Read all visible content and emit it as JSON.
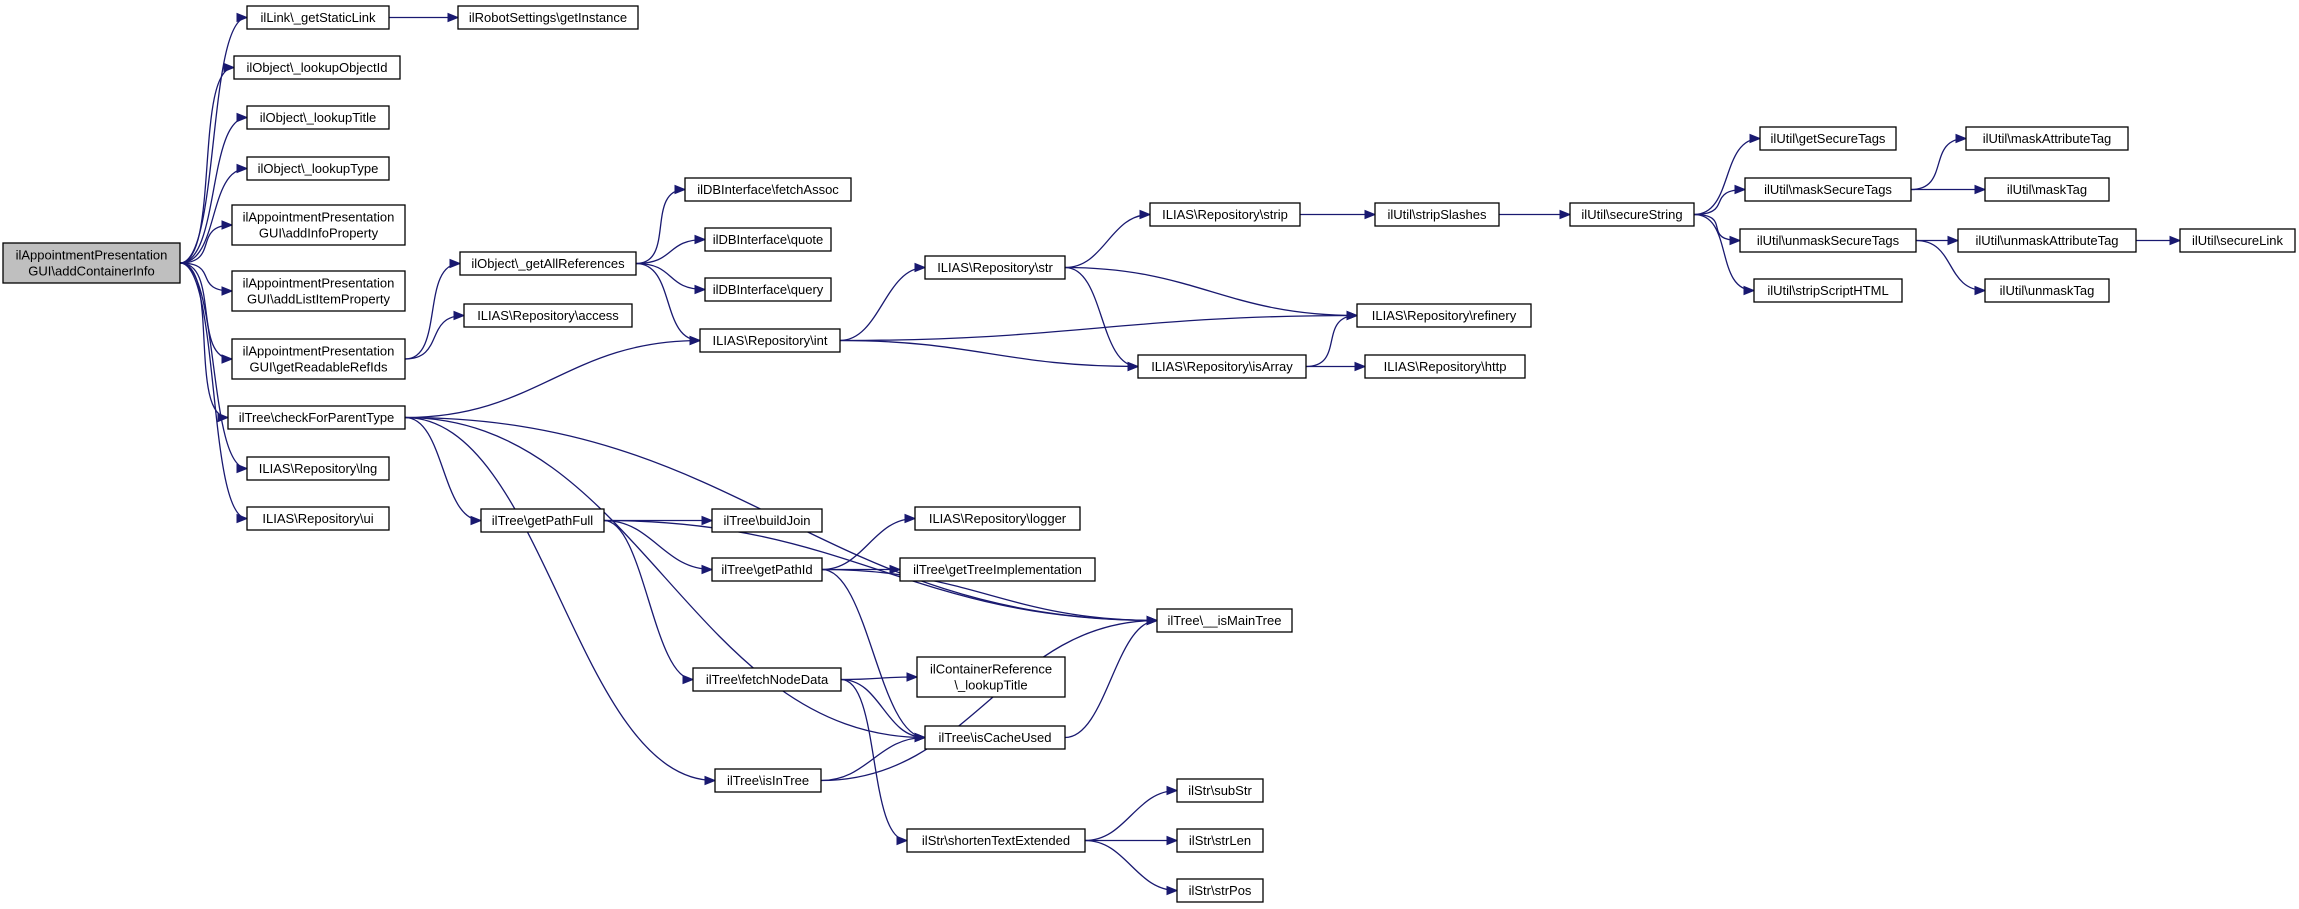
{
  "diagram": {
    "nodes": [
      {
        "id": "root",
        "lines": [
          "ilAppointmentPresentation",
          "GUI\\addContainerInfo"
        ]
      },
      {
        "id": "n1",
        "lines": [
          "ilLink\\_getStaticLink"
        ]
      },
      {
        "id": "n2",
        "lines": [
          "ilRobotSettings\\getInstance"
        ]
      },
      {
        "id": "n3",
        "lines": [
          "ilObject\\_lookupObjectId"
        ]
      },
      {
        "id": "n4",
        "lines": [
          "ilObject\\_lookupTitle"
        ]
      },
      {
        "id": "n5",
        "lines": [
          "ilObject\\_lookupType"
        ]
      },
      {
        "id": "n6",
        "lines": [
          "ilAppointmentPresentation",
          "GUI\\addInfoProperty"
        ]
      },
      {
        "id": "n7",
        "lines": [
          "ilAppointmentPresentation",
          "GUI\\addListItemProperty"
        ]
      },
      {
        "id": "n8",
        "lines": [
          "ilAppointmentPresentation",
          "GUI\\getReadableRefIds"
        ]
      },
      {
        "id": "n9",
        "lines": [
          "ilTree\\checkForParentType"
        ]
      },
      {
        "id": "n10",
        "lines": [
          "ILIAS\\Repository\\lng"
        ]
      },
      {
        "id": "n11",
        "lines": [
          "ILIAS\\Repository\\ui"
        ]
      },
      {
        "id": "n12",
        "lines": [
          "ilObject\\_getAllReferences"
        ]
      },
      {
        "id": "n13",
        "lines": [
          "ILIAS\\Repository\\access"
        ]
      },
      {
        "id": "n14",
        "lines": [
          "ilDBInterface\\fetchAssoc"
        ]
      },
      {
        "id": "n15",
        "lines": [
          "ilDBInterface\\quote"
        ]
      },
      {
        "id": "n16",
        "lines": [
          "ilDBInterface\\query"
        ]
      },
      {
        "id": "n17",
        "lines": [
          "ILIAS\\Repository\\int"
        ]
      },
      {
        "id": "n18",
        "lines": [
          "ILIAS\\Repository\\str"
        ]
      },
      {
        "id": "n19",
        "lines": [
          "ILIAS\\Repository\\strip"
        ]
      },
      {
        "id": "n20",
        "lines": [
          "ilUtil\\stripSlashes"
        ]
      },
      {
        "id": "n21",
        "lines": [
          "ilUtil\\secureString"
        ]
      },
      {
        "id": "n22",
        "lines": [
          "ilUtil\\getSecureTags"
        ]
      },
      {
        "id": "n23",
        "lines": [
          "ilUtil\\maskSecureTags"
        ]
      },
      {
        "id": "n24",
        "lines": [
          "ilUtil\\maskAttributeTag"
        ]
      },
      {
        "id": "n25",
        "lines": [
          "ilUtil\\maskTag"
        ]
      },
      {
        "id": "n26",
        "lines": [
          "ilUtil\\unmaskSecureTags"
        ]
      },
      {
        "id": "n27",
        "lines": [
          "ilUtil\\unmaskAttributeTag"
        ]
      },
      {
        "id": "n28",
        "lines": [
          "ilUtil\\secureLink"
        ]
      },
      {
        "id": "n29",
        "lines": [
          "ilUtil\\stripScriptHTML"
        ]
      },
      {
        "id": "n30",
        "lines": [
          "ilUtil\\unmaskTag"
        ]
      },
      {
        "id": "n31",
        "lines": [
          "ILIAS\\Repository\\refinery"
        ]
      },
      {
        "id": "n32",
        "lines": [
          "ILIAS\\Repository\\isArray"
        ]
      },
      {
        "id": "n33",
        "lines": [
          "ILIAS\\Repository\\http"
        ]
      },
      {
        "id": "n34",
        "lines": [
          "ilTree\\getPathFull"
        ]
      },
      {
        "id": "n35",
        "lines": [
          "ilTree\\buildJoin"
        ]
      },
      {
        "id": "n36",
        "lines": [
          "ILIAS\\Repository\\logger"
        ]
      },
      {
        "id": "n37",
        "lines": [
          "ilTree\\getPathId"
        ]
      },
      {
        "id": "n38",
        "lines": [
          "ilTree\\getTreeImplementation"
        ]
      },
      {
        "id": "n39",
        "lines": [
          "ilTree\\__isMainTree"
        ]
      },
      {
        "id": "n40",
        "lines": [
          "ilTree\\fetchNodeData"
        ]
      },
      {
        "id": "n41",
        "lines": [
          "ilContainerReference",
          "\\_lookupTitle"
        ]
      },
      {
        "id": "n42",
        "lines": [
          "ilTree\\isCacheUsed"
        ]
      },
      {
        "id": "n43",
        "lines": [
          "ilTree\\isInTree"
        ]
      },
      {
        "id": "n44",
        "lines": [
          "ilStr\\subStr"
        ]
      },
      {
        "id": "n45",
        "lines": [
          "ilStr\\shortenTextExtended"
        ]
      },
      {
        "id": "n46",
        "lines": [
          "ilStr\\strLen"
        ]
      },
      {
        "id": "n47",
        "lines": [
          "ilStr\\strPos"
        ]
      }
    ],
    "edges": [
      [
        "root",
        "n1"
      ],
      [
        "root",
        "n3"
      ],
      [
        "root",
        "n4"
      ],
      [
        "root",
        "n5"
      ],
      [
        "root",
        "n6"
      ],
      [
        "root",
        "n7"
      ],
      [
        "root",
        "n8"
      ],
      [
        "root",
        "n9"
      ],
      [
        "root",
        "n10"
      ],
      [
        "root",
        "n11"
      ],
      [
        "n1",
        "n2"
      ],
      [
        "n8",
        "n12"
      ],
      [
        "n8",
        "n13"
      ],
      [
        "n12",
        "n14"
      ],
      [
        "n12",
        "n15"
      ],
      [
        "n12",
        "n16"
      ],
      [
        "n12",
        "n17"
      ],
      [
        "n9",
        "n17"
      ],
      [
        "n9",
        "n34"
      ],
      [
        "n9",
        "n42"
      ],
      [
        "n9",
        "n43"
      ],
      [
        "n9",
        "n39"
      ],
      [
        "n17",
        "n18"
      ],
      [
        "n17",
        "n31"
      ],
      [
        "n17",
        "n32"
      ],
      [
        "n18",
        "n19"
      ],
      [
        "n18",
        "n31"
      ],
      [
        "n18",
        "n32"
      ],
      [
        "n19",
        "n20"
      ],
      [
        "n20",
        "n21"
      ],
      [
        "n21",
        "n22"
      ],
      [
        "n21",
        "n23"
      ],
      [
        "n21",
        "n26"
      ],
      [
        "n21",
        "n29"
      ],
      [
        "n23",
        "n24"
      ],
      [
        "n23",
        "n25"
      ],
      [
        "n26",
        "n27"
      ],
      [
        "n26",
        "n30"
      ],
      [
        "n27",
        "n28"
      ],
      [
        "n32",
        "n31"
      ],
      [
        "n32",
        "n33"
      ],
      [
        "n34",
        "n35"
      ],
      [
        "n34",
        "n37"
      ],
      [
        "n34",
        "n40"
      ],
      [
        "n34",
        "n39"
      ],
      [
        "n37",
        "n36"
      ],
      [
        "n37",
        "n38"
      ],
      [
        "n37",
        "n39"
      ],
      [
        "n37",
        "n42"
      ],
      [
        "n40",
        "n41"
      ],
      [
        "n40",
        "n42"
      ],
      [
        "n40",
        "n45"
      ],
      [
        "n42",
        "n39"
      ],
      [
        "n43",
        "n42"
      ],
      [
        "n43",
        "n39"
      ],
      [
        "n45",
        "n44"
      ],
      [
        "n45",
        "n46"
      ],
      [
        "n45",
        "n47"
      ]
    ]
  }
}
